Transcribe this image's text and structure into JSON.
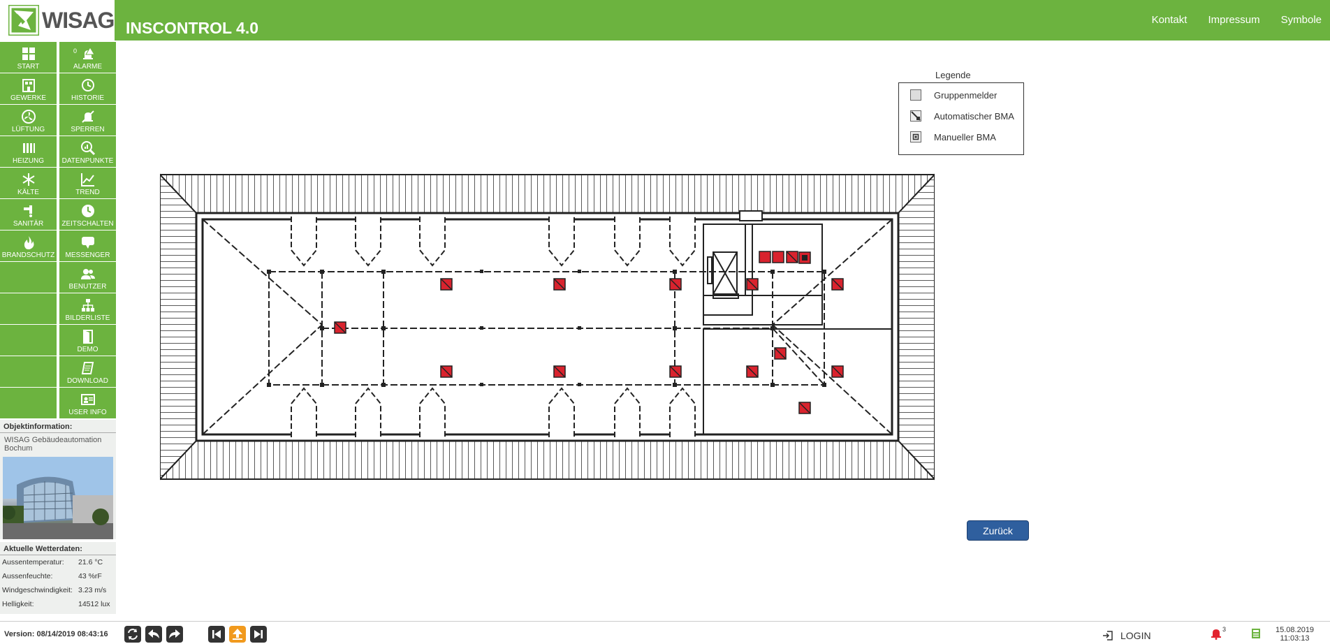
{
  "brand": {
    "logo_text": "WISAG",
    "app_title": "INSCONTROL 4.0"
  },
  "top_links": [
    "Kontakt",
    "Impressum",
    "Symbole"
  ],
  "nav": {
    "left": [
      {
        "label": "START",
        "icon": "grid-icon"
      },
      {
        "label": "GEWERKE",
        "icon": "building-icon"
      },
      {
        "label": "LÜFTUNG",
        "icon": "fan-icon"
      },
      {
        "label": "HEIZUNG",
        "icon": "radiator-icon"
      },
      {
        "label": "KÄLTE",
        "icon": "snowflake-icon"
      },
      {
        "label": "SANITÄR",
        "icon": "faucet-icon"
      },
      {
        "label": "BRANDSCHUTZ",
        "icon": "flame-icon"
      }
    ],
    "right": [
      {
        "label": "ALARME",
        "icon": "bell-alert-icon",
        "badge": "0"
      },
      {
        "label": "HISTORIE",
        "icon": "history-icon"
      },
      {
        "label": "SPERREN",
        "icon": "bell-off-icon"
      },
      {
        "label": "DATENPUNKTE",
        "icon": "magnifier-chart-icon"
      },
      {
        "label": "TREND",
        "icon": "trend-chart-icon"
      },
      {
        "label": "ZEITSCHALTEN",
        "icon": "clock-icon"
      },
      {
        "label": "MESSENGER",
        "icon": "speech-bubble-icon"
      },
      {
        "label": "BENUTZER",
        "icon": "users-icon"
      },
      {
        "label": "BILDERLISTE",
        "icon": "sitemap-icon"
      },
      {
        "label": "DEMO",
        "icon": "door-icon"
      },
      {
        "label": "DOWNLOAD",
        "icon": "document-icon"
      },
      {
        "label": "USER INFO",
        "icon": "id-card-icon"
      }
    ]
  },
  "object_info": {
    "heading": "Objektinformation:",
    "text": "WISAG Gebäudeautomation Bochum"
  },
  "weather": {
    "heading": "Aktuelle Wetterdaten:",
    "rows": [
      {
        "label": "Aussentemperatur:",
        "value": "21.6 °C"
      },
      {
        "label": "Aussenfeuchte:",
        "value": "43 %rF"
      },
      {
        "label": "Windgeschwindigkeit:",
        "value": "3.23 m/s"
      },
      {
        "label": "Helligkeit:",
        "value": "14512 lux"
      }
    ]
  },
  "legend": {
    "title": "Legende",
    "items": [
      "Gruppenmelder",
      "Automatischer BMA",
      "Manueller BMA"
    ]
  },
  "back_button": "Zurück",
  "footer": {
    "version": "Version: 08/14/2019 08:43:16",
    "login": "LOGIN",
    "alarm_count": "3",
    "date": "15.08.2019",
    "time": "11:03:13"
  },
  "colors": {
    "brand_green": "#6cb33f",
    "detector_red": "#d9232e",
    "button_blue": "#2f5f9e",
    "control_orange": "#f19a1e"
  }
}
